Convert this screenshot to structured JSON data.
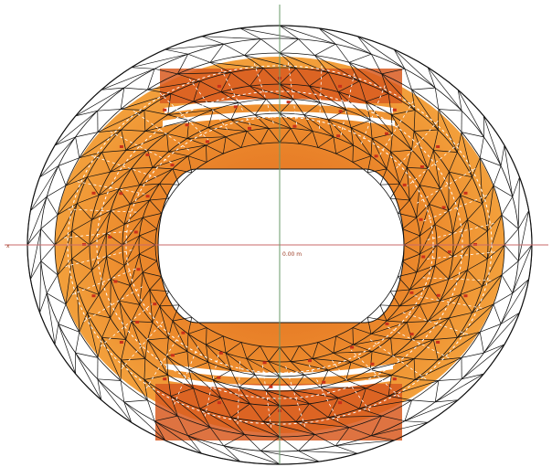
{
  "colors": {
    "background": "#ffffff",
    "ring_outer": "#f2a03c",
    "ring_mid": "#e88a2e",
    "ring_dark": "#d9561c",
    "ring_red": "#c8311a",
    "mesh": "#111111",
    "dash": "#ffffff",
    "axis_red": "#c96a6a",
    "axis_green": "#6a9a6a",
    "hole": "#ffffff",
    "label": "#9a3a22"
  },
  "labels": {
    "center_readout": "0.00 m",
    "axis_left": "x"
  },
  "icons": [
    "structural-mesh",
    "axis-crosshair"
  ]
}
